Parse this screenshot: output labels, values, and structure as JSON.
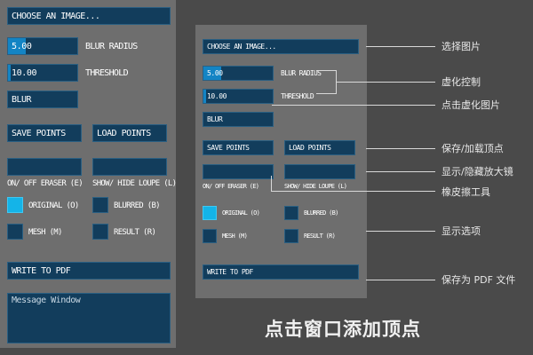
{
  "theme": {
    "background": "#4a4a4a",
    "panel": "#6e6e6e",
    "widget": "#123d5c",
    "widget_border": "#2a5f82",
    "accent_fill": "#1384c4",
    "accent_checked": "#14b4e8",
    "text": "#ffffff",
    "annotation_text": "#e8e8e8",
    "leader_line": "#d8d8d8"
  },
  "panel": {
    "choose_image_button": "CHOOSE AN IMAGE...",
    "blur_radius": {
      "value": "5.00",
      "label": "BLUR RADIUS",
      "fill_percent": 25
    },
    "threshold": {
      "value": "10.00",
      "label": "THRESHOLD",
      "fill_percent": 4
    },
    "blur_button": "BLUR",
    "save_points_button": "SAVE POINTS",
    "load_points_button": "LOAD POINTS",
    "eraser_caption": "ON/ OFF ERASER (E)",
    "loupe_caption": "SHOW/ HIDE LOUPE (L)",
    "checkboxes": [
      {
        "label": "ORIGINAL (O)",
        "checked": true
      },
      {
        "label": "BLURRED (B)",
        "checked": false
      },
      {
        "label": "MESH (M)",
        "checked": false
      },
      {
        "label": "RESULT (R)",
        "checked": false
      }
    ],
    "write_pdf_button": "WRITE TO PDF",
    "message_window_text": "Message Window"
  },
  "annotations": [
    {
      "text": "选择图片"
    },
    {
      "text": "虚化控制"
    },
    {
      "text": "点击虚化图片"
    },
    {
      "text": "保存/加载顶点"
    },
    {
      "text": "显示/隐藏放大镜"
    },
    {
      "text": "橡皮擦工具"
    },
    {
      "text": "显示选项"
    },
    {
      "text": "保存为 PDF 文件"
    }
  ],
  "footer_caption": "点击窗口添加顶点"
}
